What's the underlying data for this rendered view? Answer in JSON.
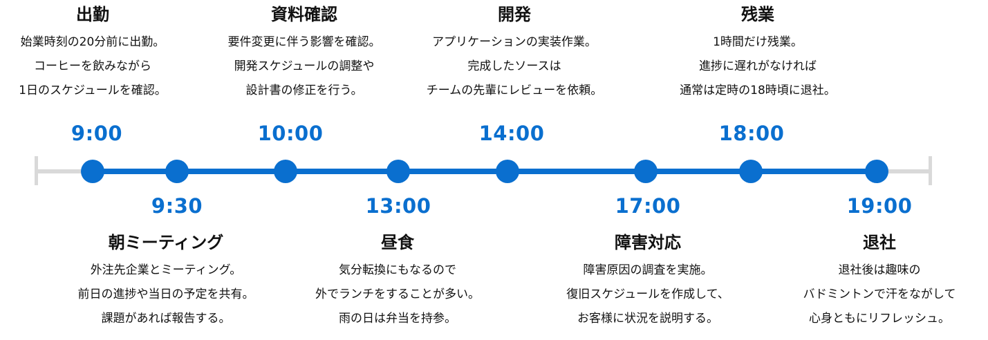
{
  "events": [
    {
      "time": "9:00",
      "title": "出勤",
      "lines": [
        "始業時刻の20分前に出勤。",
        "コーヒーを飲みながら",
        "1日のスケジュールを確認。"
      ]
    },
    {
      "time": "9:30",
      "title": "朝ミーティング",
      "lines": [
        "外注先企業とミーティング。",
        "前日の進捗や当日の予定を共有。",
        "課題があれば報告する。"
      ]
    },
    {
      "time": "10:00",
      "title": "資料確認",
      "lines": [
        "要件変更に伴う影響を確認。",
        "開発スケジュールの調整や",
        "設計書の修正を行う。"
      ]
    },
    {
      "time": "13:00",
      "title": "昼食",
      "lines": [
        "気分転換にもなるので",
        "外でランチをすることが多い。",
        "雨の日は弁当を持参。"
      ]
    },
    {
      "time": "14:00",
      "title": "開発",
      "lines": [
        "アプリケーションの実装作業。",
        "完成したソースは",
        "チームの先輩にレビューを依頼。"
      ]
    },
    {
      "time": "17:00",
      "title": "障害対応",
      "lines": [
        "障害原因の調査を実施。",
        "復旧スケジュールを作成して、",
        "お客様に状況を説明する。"
      ]
    },
    {
      "time": "18:00",
      "title": "残業",
      "lines": [
        "1時間だけ残業。",
        "進捗に遅れがなければ",
        "通常は定時の18時頃に退社。"
      ]
    },
    {
      "time": "19:00",
      "title": "退社",
      "lines": [
        "退社後は趣味の",
        "バドミントンで汗をながして",
        "心身ともにリフレッシュ。"
      ]
    }
  ],
  "colors": {
    "accent": "#0a6fcf",
    "rail": "#d9d9d9",
    "text": "#111111"
  }
}
